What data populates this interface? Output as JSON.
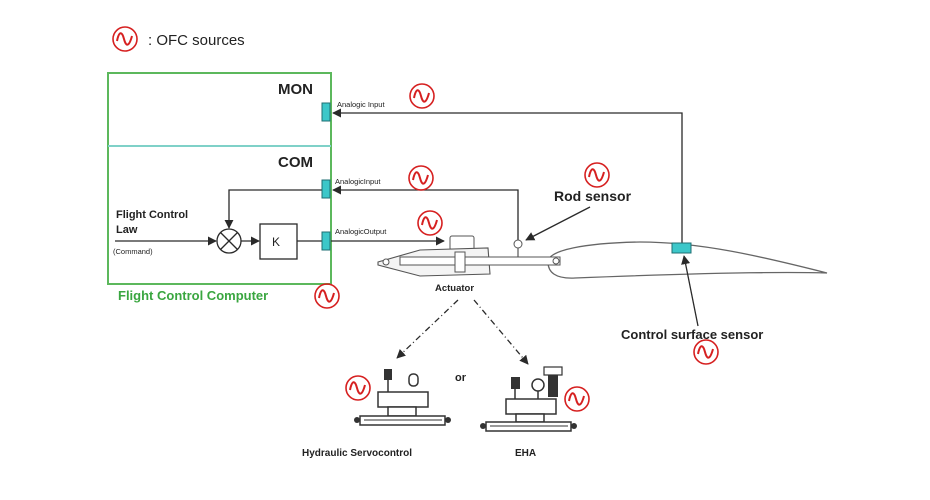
{
  "legend": {
    "icon": "ofc-source-icon",
    "label": ": OFC sources"
  },
  "fcc": {
    "title": "Flight Control Computer",
    "mon_label": "MON",
    "com_label": "COM",
    "law_label_line1": "Flight Control",
    "law_label_line2": "Law",
    "command_label": "(Command)",
    "gain_label": "K",
    "ports": {
      "mon_input": "Analogic Input",
      "com_input": "AnalogicInput",
      "com_output": "AnalogicOutput"
    }
  },
  "actuator_label": "Actuator",
  "rod_sensor_label": "Rod sensor",
  "surface_sensor_label": "Control surface sensor",
  "options": {
    "left_label": "Hydraulic Servocontrol",
    "or_label": "or",
    "right_label": "EHA"
  },
  "colors": {
    "fcc_border": "#5cb85c",
    "divider": "#7fd1c8",
    "port": "#3cc7c9",
    "ofc_red": "#d62020",
    "line": "#2a2a2a"
  }
}
